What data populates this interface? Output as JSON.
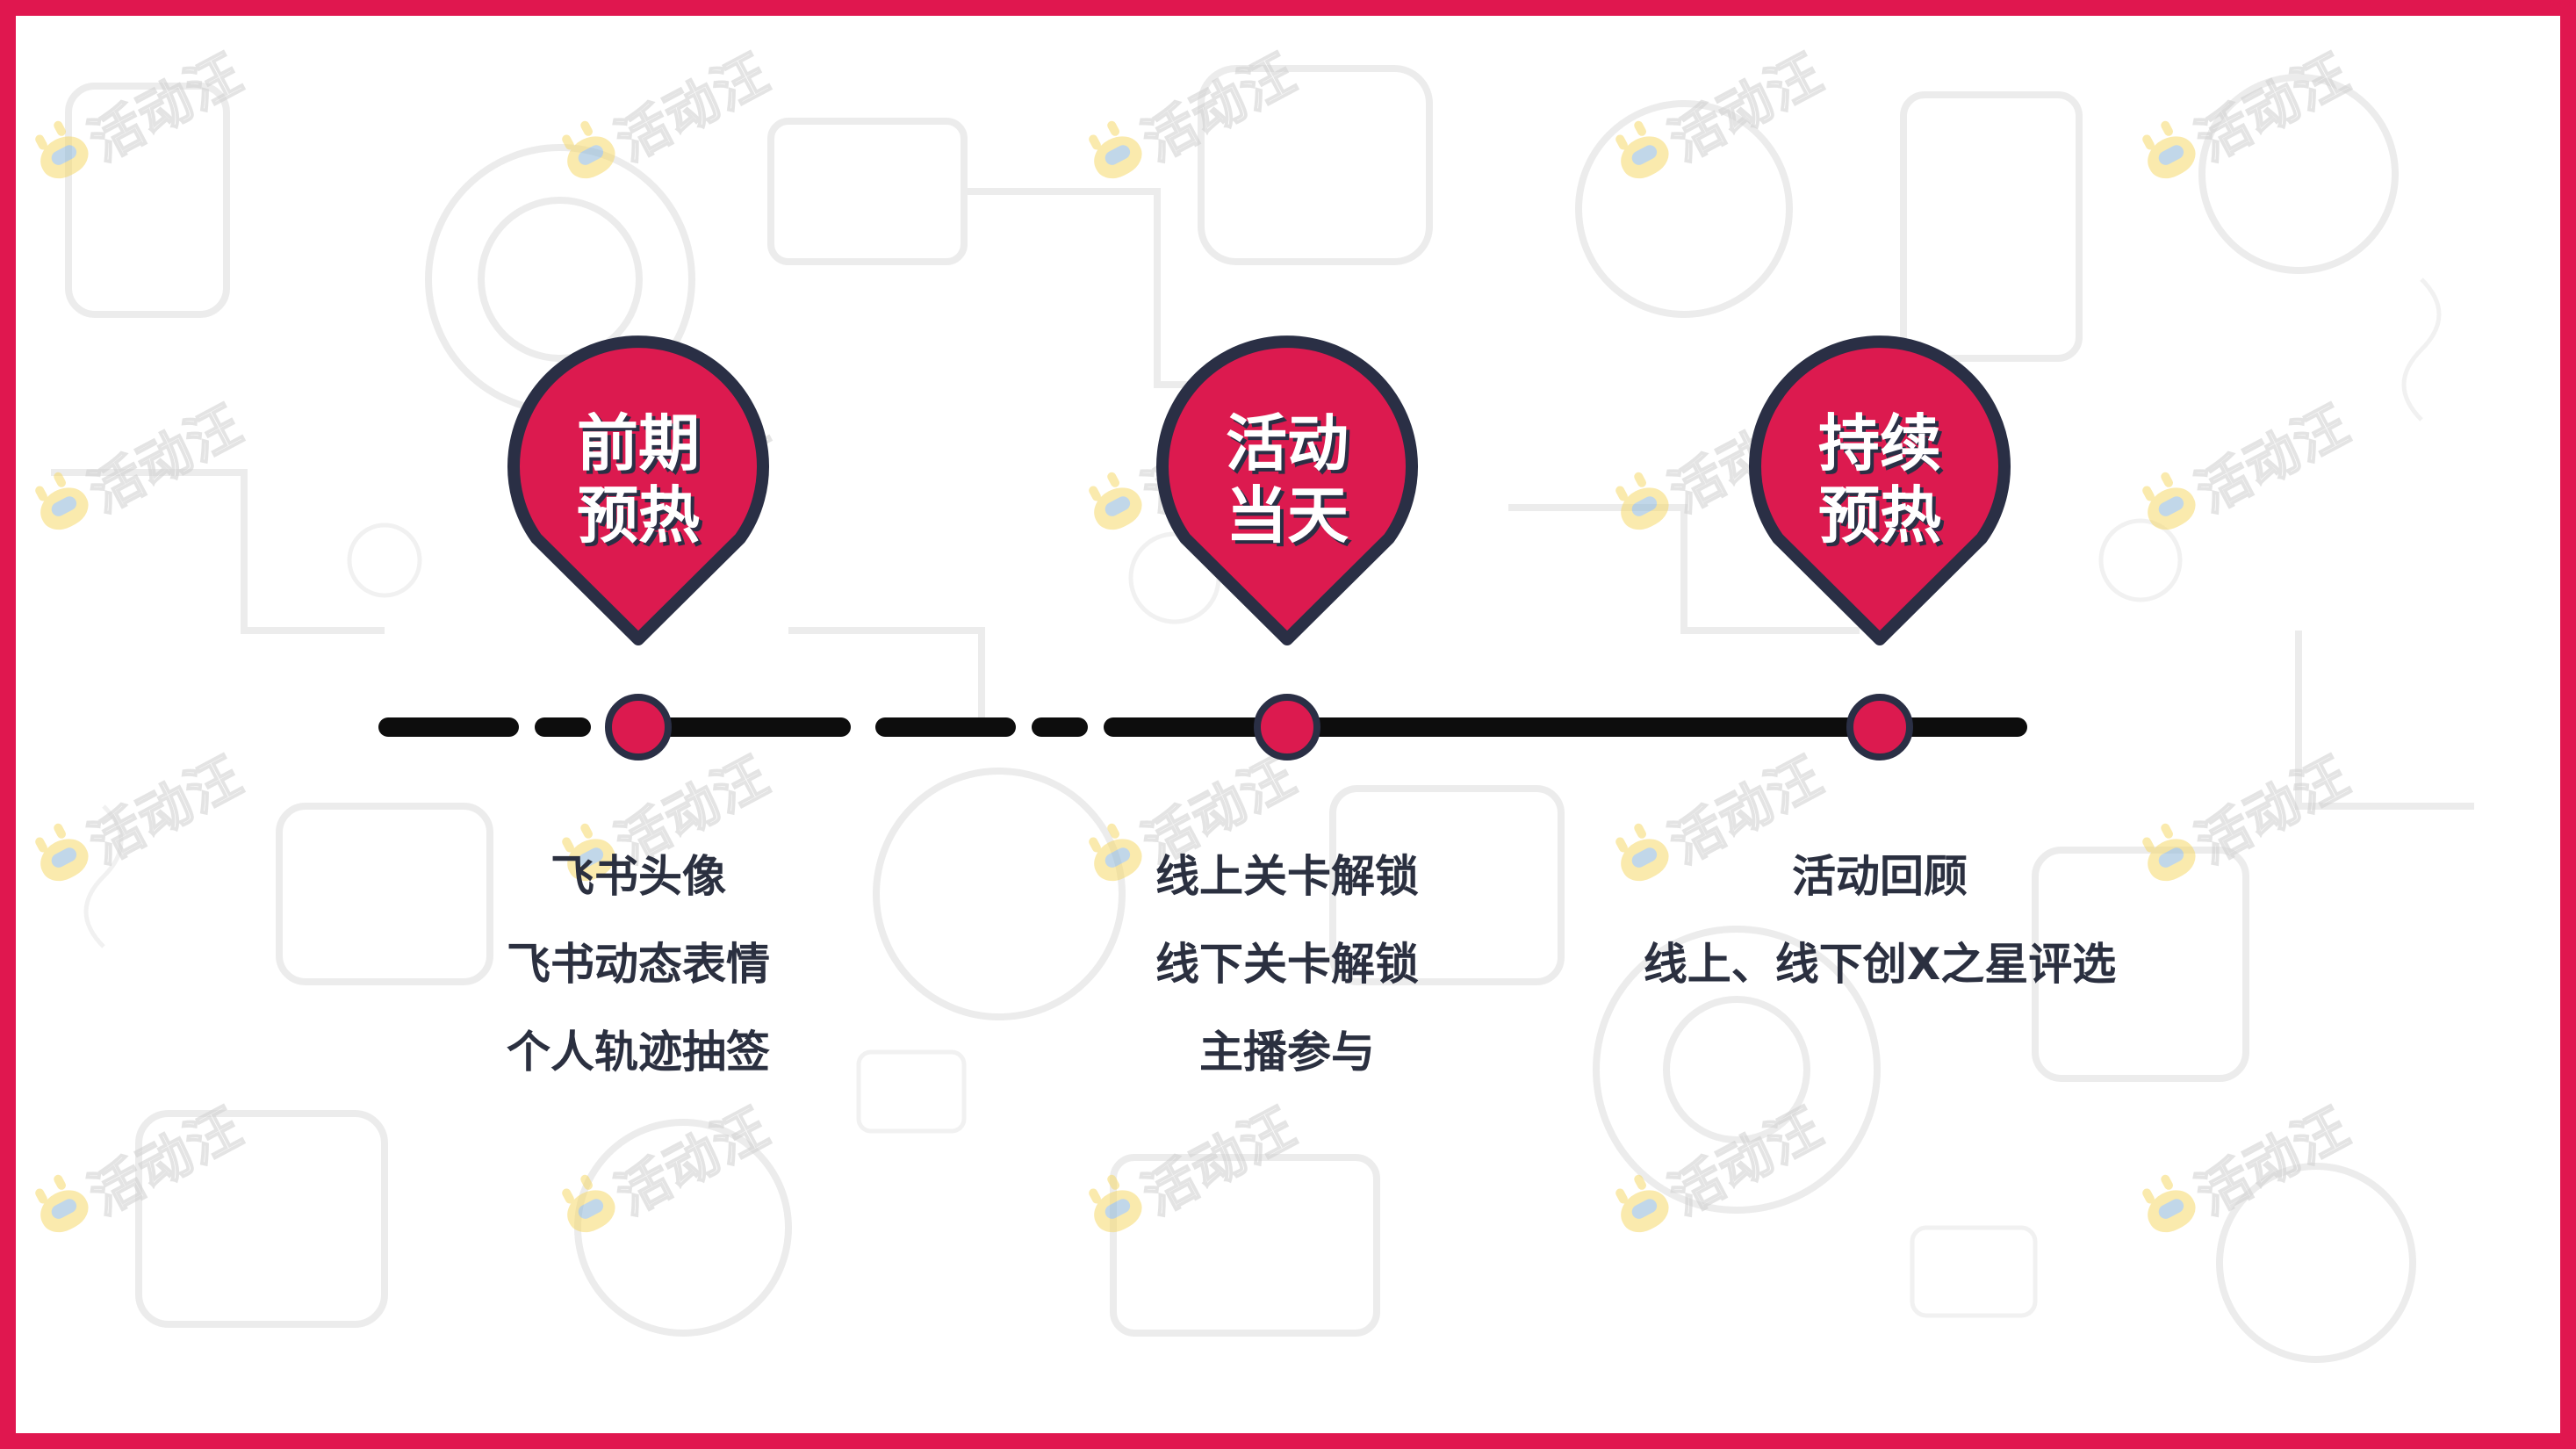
{
  "watermark_text": "活动汪",
  "colors": {
    "frame": "#e0174f",
    "pin_fill": "#dc1a4f",
    "pin_stroke": "#2a2f45",
    "line": "#0d0d0d",
    "text": "#2b3040"
  },
  "stages": [
    {
      "title_line1": "前期",
      "title_line2": "预热",
      "items": [
        "飞书头像",
        "飞书动态表情",
        "个人轨迹抽签"
      ]
    },
    {
      "title_line1": "活动",
      "title_line2": "当天",
      "items": [
        "线上关卡解锁",
        "线下关卡解锁",
        "主播参与"
      ]
    },
    {
      "title_line1": "持续",
      "title_line2": "预热",
      "items": [
        "活动回顾",
        "线上、线下创X之星评选"
      ]
    }
  ]
}
